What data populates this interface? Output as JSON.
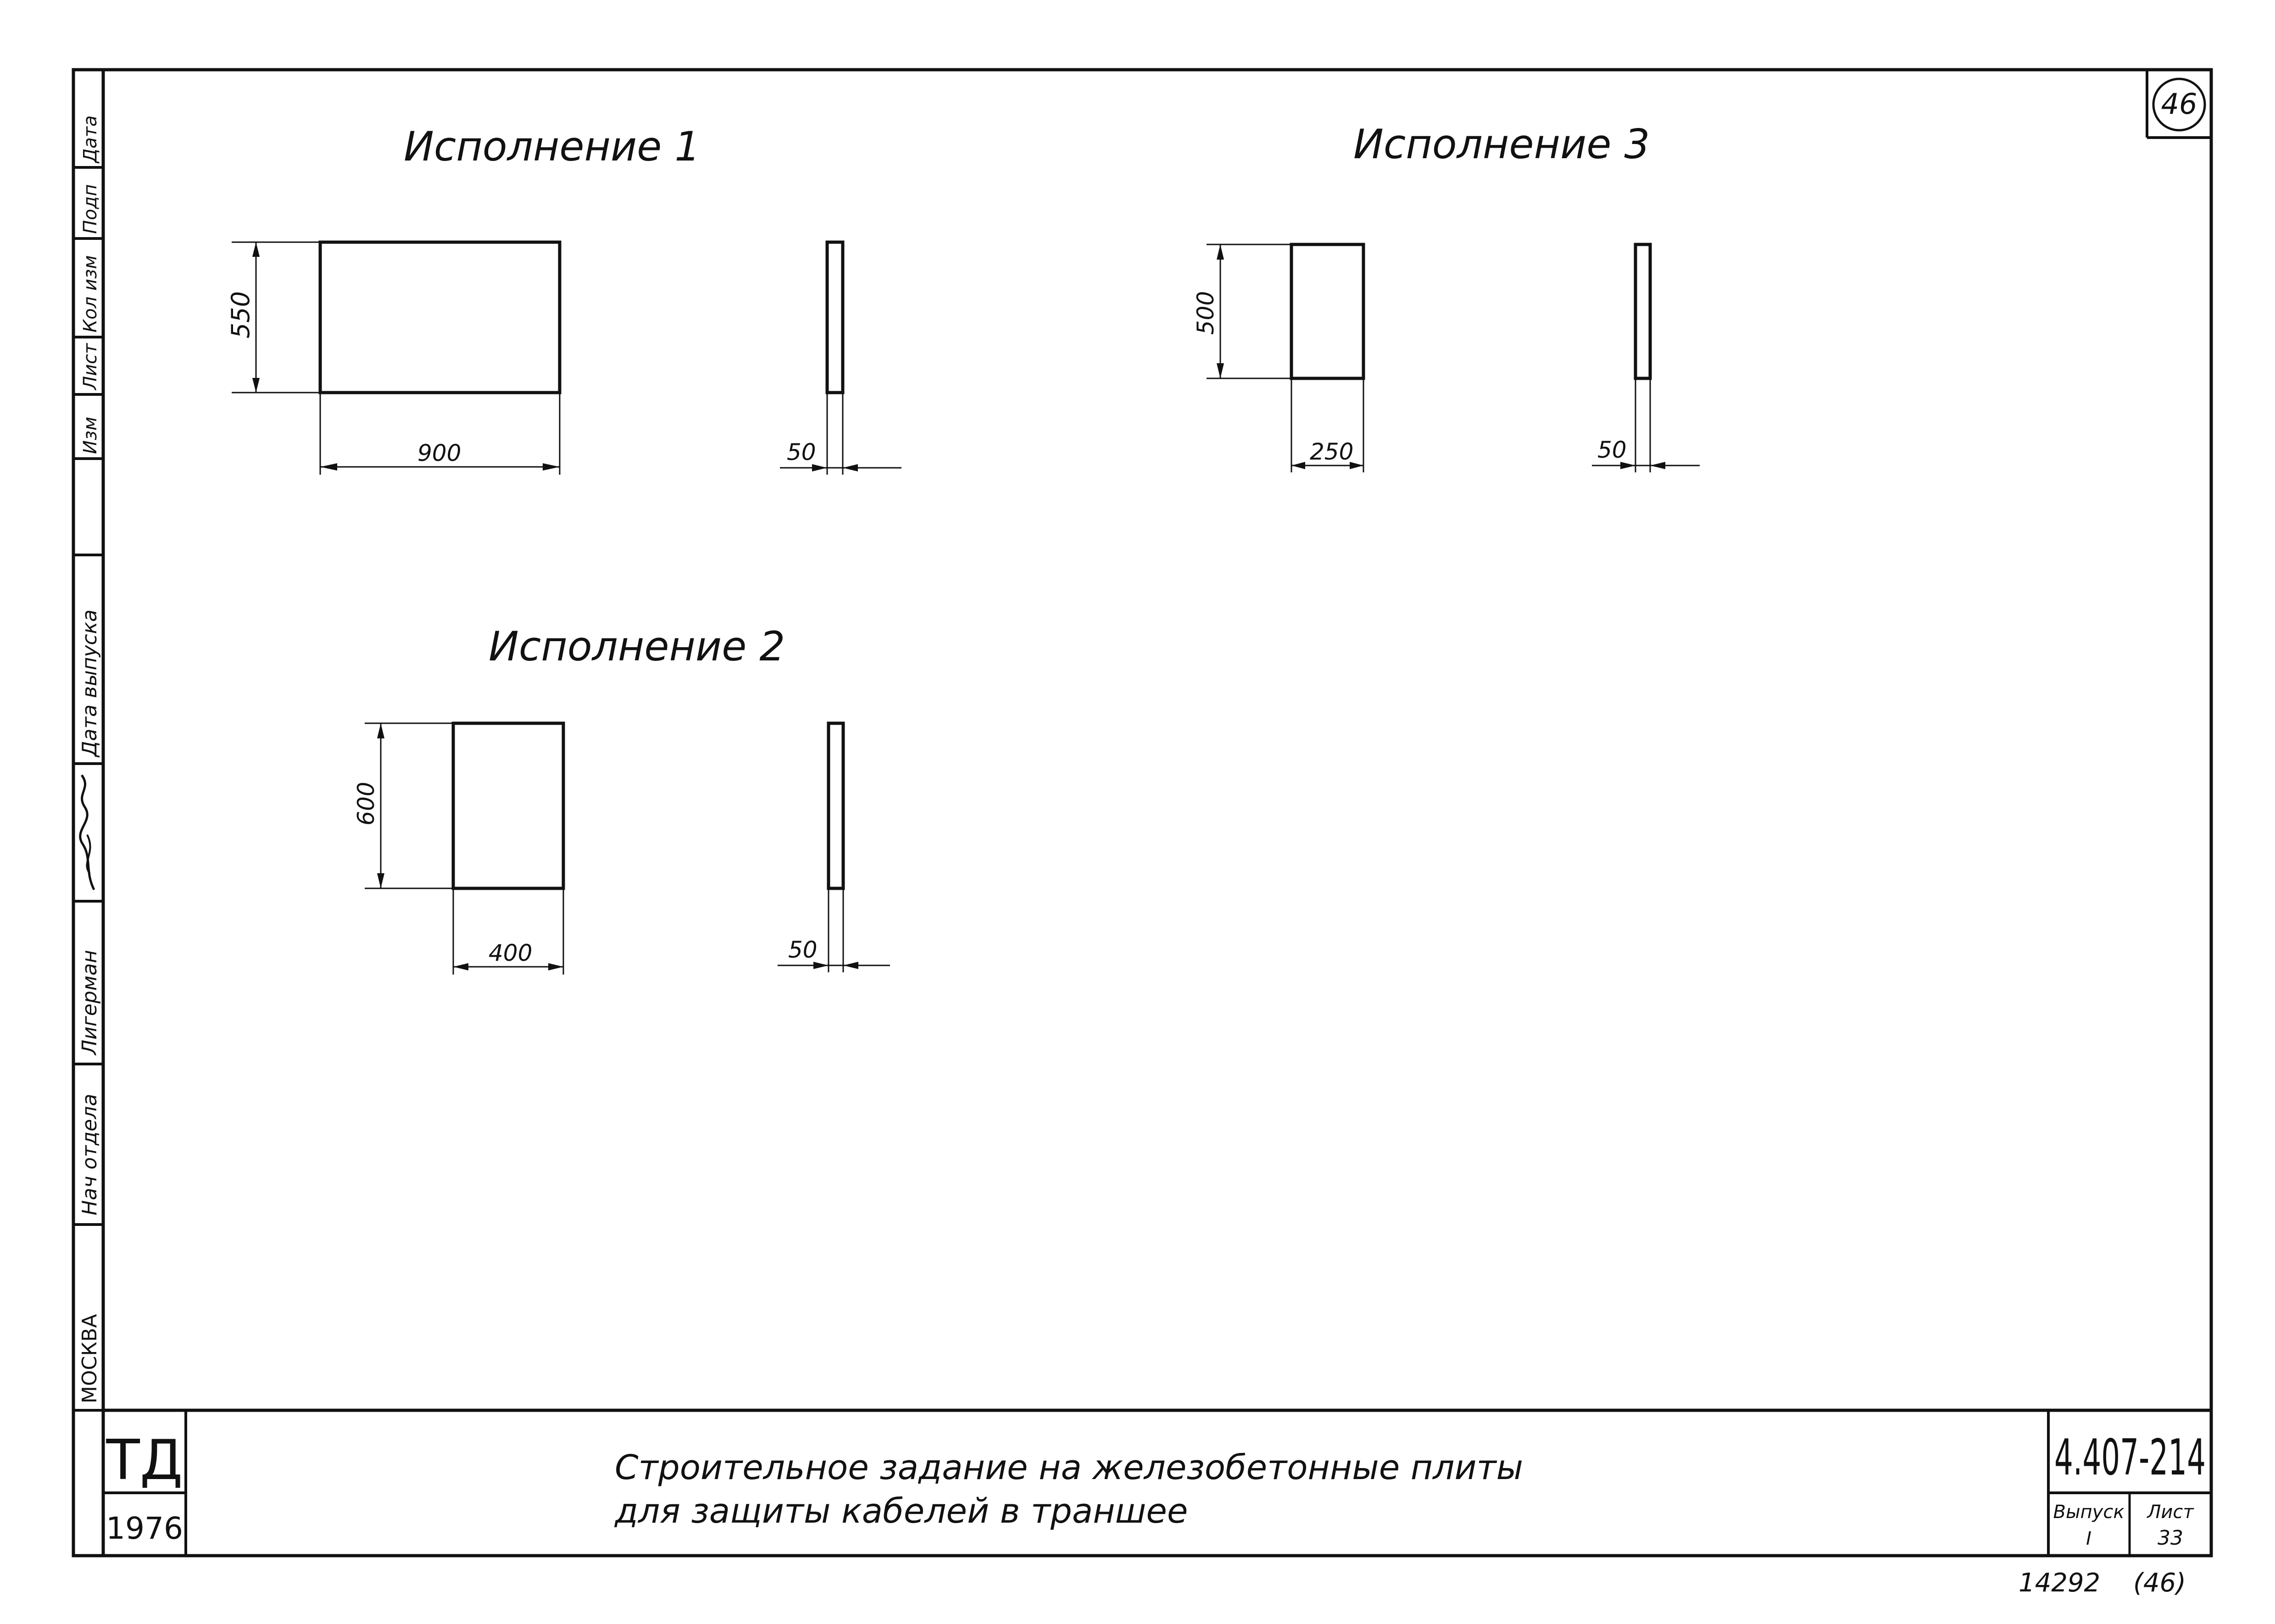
{
  "sheet_number": "46",
  "side_stamp": {
    "city": "МОСКВА",
    "dept_head_label": "Нач отдела",
    "surname": "Лигерман",
    "release_date_label": "Дата выпуска",
    "revision_labels": [
      "Изм",
      "Лист",
      "Кол изм",
      "Подп",
      "Дата"
    ]
  },
  "variants": [
    {
      "title": "Исполнение 1",
      "height_dim": "550",
      "width_dim": "900",
      "thickness_dim": "50"
    },
    {
      "title": "Исполнение 2",
      "height_dim": "600",
      "width_dim": "400",
      "thickness_dim": "50"
    },
    {
      "title": "Исполнение 3",
      "height_dim": "500",
      "width_dim": "250",
      "thickness_dim": "50"
    }
  ],
  "title_block": {
    "org": "ТД",
    "year": "1976",
    "title_line1": "Строительное задание на железобетонные плиты",
    "title_line2": "для защиты кабелей в траншее",
    "doc_code": "4.407-214",
    "issue_label": "Выпуск",
    "issue_value": "I",
    "sheet_label": "Лист",
    "sheet_value": "33"
  },
  "footer": {
    "inventory_number": "14292",
    "sheet_ref": "(46)"
  }
}
